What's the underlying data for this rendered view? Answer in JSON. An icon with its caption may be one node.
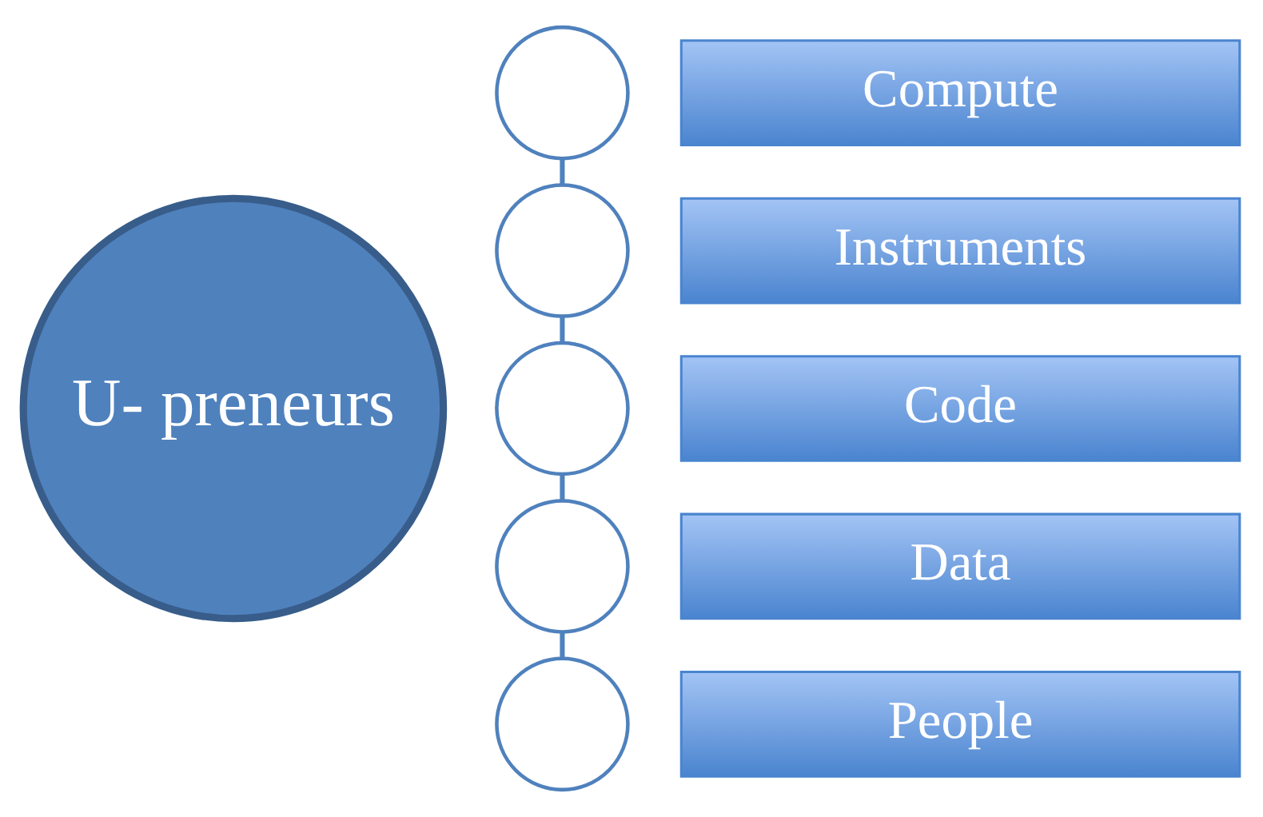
{
  "diagram": {
    "nodes": [
      {
        "text": [
          "U- preneurs"
        ]
      },
      {
        "text": [
          "Compute"
        ]
      },
      {
        "text": [
          "Instruments"
        ]
      },
      {
        "text": [
          "Code"
        ]
      },
      {
        "text": [
          "Data"
        ]
      },
      {
        "text": [
          "People"
        ]
      },
      {
        "text": [],
        "shape": "circle"
      },
      {
        "text": [],
        "shape": "circle"
      },
      {
        "text": [],
        "shape": "circle"
      },
      {
        "text": [],
        "shape": "circle"
      },
      {
        "text": [],
        "shape": "circle"
      }
    ],
    "edges": [
      {
        "from": 6,
        "to": 7,
        "arrow": "none"
      },
      {
        "from": 7,
        "to": 8,
        "arrow": "none"
      },
      {
        "from": 8,
        "to": 9,
        "arrow": "none"
      },
      {
        "from": 9,
        "to": 10,
        "arrow": "none"
      }
    ]
  }
}
